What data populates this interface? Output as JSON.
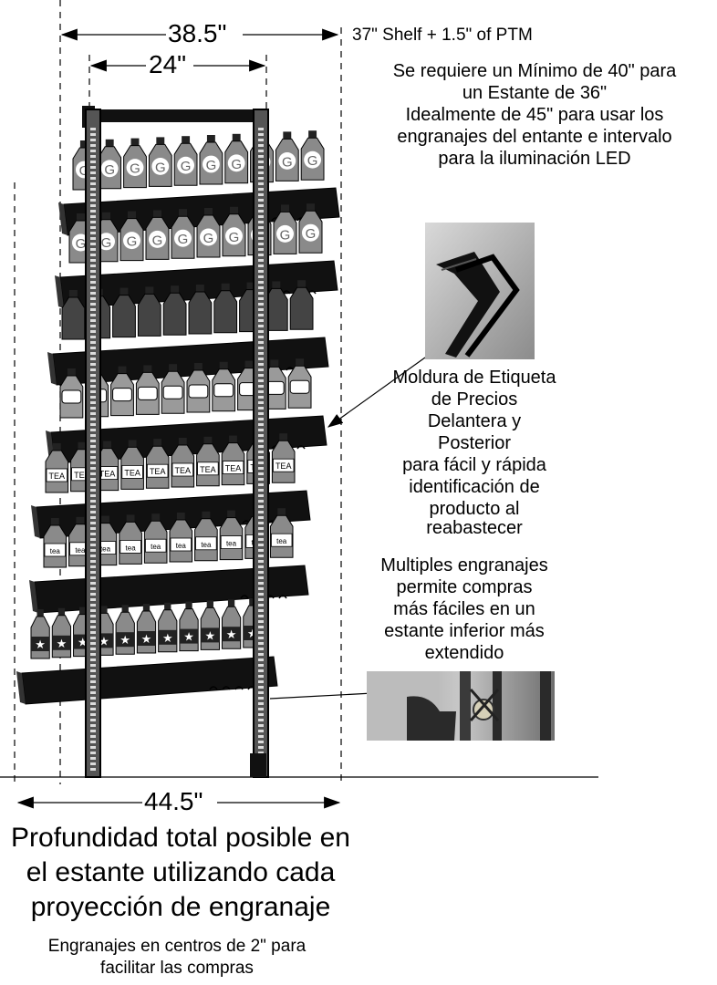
{
  "dimensions": {
    "top_outer": "38.5\"",
    "top_inner": "24\"",
    "bottom_total": "44.5\""
  },
  "notes": {
    "shelf_ptm": "37\" Shelf + 1.5\" of PTM",
    "requirement_lines": [
      "Se requiere un Mínimo de 40\" para",
      "un Estante de 36\"",
      "Idealmente de 45\" para usar los",
      "engranajes del entante e intervalo",
      "para la iluminación LED"
    ],
    "molding_lines": [
      "Moldura de Etiqueta",
      "de Precios",
      "Delantera y",
      "Posterior",
      "para fácil y rápida",
      "identificación de",
      "producto al",
      "reabastecer"
    ],
    "gears_lines": [
      "Multiples engranajes",
      "permite compras",
      "más fáciles en un",
      "estante inferior más",
      "extendido"
    ]
  },
  "headline_lines": [
    "Profundidad total posible en",
    "el estante utilizando cada",
    "proyección de engranaje"
  ],
  "footnote_lines": [
    "Engranajes en centros de 2\" para",
    "facilitar las compras"
  ],
  "shelves": [
    {
      "product": "soda",
      "label": "G"
    },
    {
      "product": "soda",
      "label": "G"
    },
    {
      "product": "dark-bottle",
      "label": ""
    },
    {
      "product": "white-bottle",
      "label": ""
    },
    {
      "product": "tea-bottle",
      "label": "TEA"
    },
    {
      "product": "juice-bottle",
      "label": "tea"
    },
    {
      "product": "star-bottle",
      "label": "★"
    }
  ],
  "colors": {
    "ink": "#000000",
    "bottle_gray": "#8a8a8a",
    "shelf_black": "#111111",
    "photo_gray": "#b8b8b8"
  }
}
